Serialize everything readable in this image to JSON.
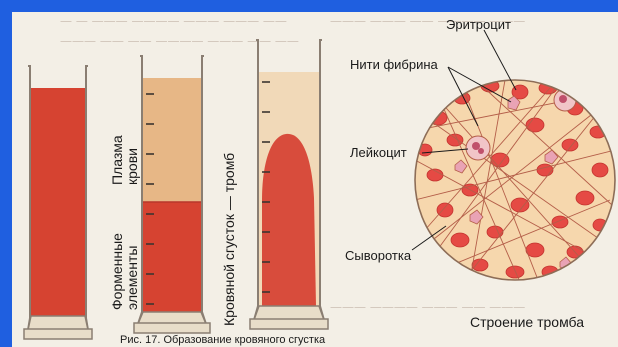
{
  "colors": {
    "frame_blue": "#1f5fe0",
    "paper": "#f3efe6",
    "blood_red": "#d64331",
    "plasma": "#e7b786",
    "clot_red": "#d84c3c",
    "serum": "#f6d7ad",
    "erythrocyte": "#e54a44",
    "fibrin": "#b45e49",
    "leukocyte": "#f1c5c8"
  },
  "cylinder_labels": {
    "plasma": "Плазма крови",
    "formed_elements": "Форменные элементы",
    "clot": "Кровяной сгусток — тромб"
  },
  "thrombus_labels": {
    "erythrocyte": "Эритроцит",
    "fibrin": "Нити фибрина",
    "leukocyte": "Лейкоцит",
    "serum": "Сыворотка",
    "caption": "Строение тромба"
  },
  "figure_caption": "Рис. 17. Образование кровяного сгустка"
}
